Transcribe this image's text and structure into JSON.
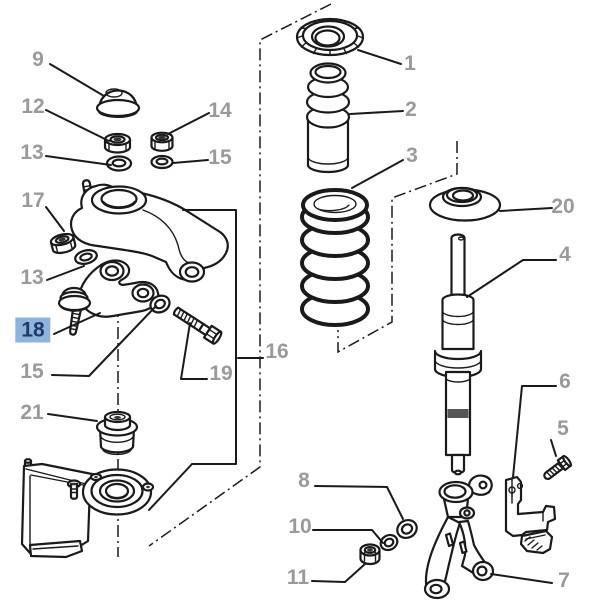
{
  "colors": {
    "background": "#ffffff",
    "line": "#1a1a1a",
    "label": "#9a9a9a",
    "highlight_bg": "#8db4dc",
    "highlight_text": "#1d3a68"
  },
  "callouts": [
    {
      "label": "9"
    },
    {
      "label": "12"
    },
    {
      "label": "13"
    },
    {
      "label": "14"
    },
    {
      "label": "15"
    },
    {
      "label": "17"
    },
    {
      "label": "13"
    },
    {
      "label": "18",
      "highlighted": true
    },
    {
      "label": "15"
    },
    {
      "label": "21"
    },
    {
      "label": "19"
    },
    {
      "label": "16"
    },
    {
      "label": "1"
    },
    {
      "label": "2"
    },
    {
      "label": "3"
    },
    {
      "label": "20"
    },
    {
      "label": "4"
    },
    {
      "label": "6"
    },
    {
      "label": "5"
    },
    {
      "label": "7"
    },
    {
      "label": "8"
    },
    {
      "label": "10"
    },
    {
      "label": "11"
    }
  ]
}
